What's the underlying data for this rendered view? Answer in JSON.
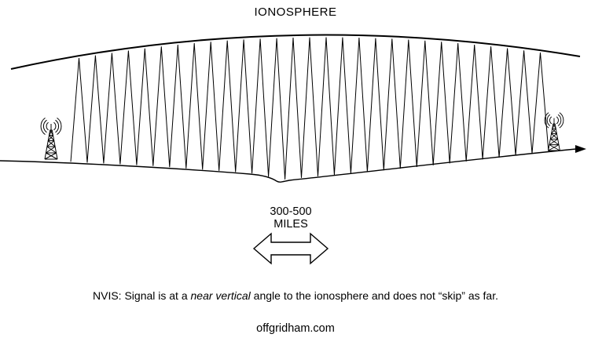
{
  "colors": {
    "ink": "#000000",
    "background": "#ffffff"
  },
  "diagram": {
    "title": "IONOSPHERE",
    "distance": {
      "range": "300-500",
      "unit": "MILES"
    },
    "caption": {
      "prefix": "NVIS: Signal is at a ",
      "italic": "near vertical",
      "suffix": " angle to the ionosphere and does not “skip” as far."
    },
    "icons": {
      "left_tower": "radio-tower-icon",
      "right_tower": "radio-tower-icon",
      "arrow": "double-headed-arrow-icon"
    },
    "footer": "offgridham.com"
  }
}
